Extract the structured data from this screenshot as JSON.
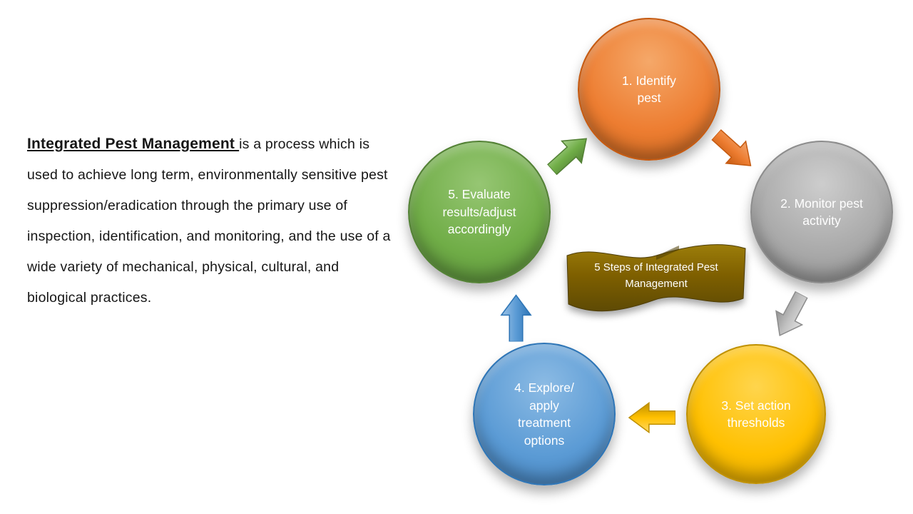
{
  "description": {
    "lead": "Integrated Pest Management ",
    "rest": "is a process which is used to achieve long term, environmentally sensitive pest suppression/eradication through the primary use of inspection, identification, and monitoring, and the use of a wide variety of mechanical, physical, cultural, and biological practices."
  },
  "diagram": {
    "center_label": "5 Steps of Integrated Pest Management",
    "center_color": "#7F6000",
    "steps": [
      {
        "label": "1. Identify pest",
        "color": "#ED7D31"
      },
      {
        "label": "2. Monitor pest activity",
        "color": "#A9A9A9"
      },
      {
        "label": "3. Set action thresholds",
        "color": "#FFC000"
      },
      {
        "label": "4. Explore/ apply treatment options",
        "color": "#5B9BD5"
      },
      {
        "label": "5. Evaluate results/adjust accordingly",
        "color": "#70AD47"
      }
    ],
    "arrows": [
      {
        "from": "step-5",
        "to": "step-1",
        "direction": "up-right",
        "color": "#70AD47"
      },
      {
        "from": "step-1",
        "to": "step-2",
        "direction": "down-right",
        "color": "#ED7D31"
      },
      {
        "from": "step-2",
        "to": "step-3",
        "direction": "down-left",
        "color": "#BFBFBF"
      },
      {
        "from": "step-3",
        "to": "step-4",
        "direction": "left",
        "color": "#FFC000"
      },
      {
        "from": "step-4",
        "to": "step-5",
        "direction": "up",
        "color": "#5B9BD5"
      }
    ]
  }
}
